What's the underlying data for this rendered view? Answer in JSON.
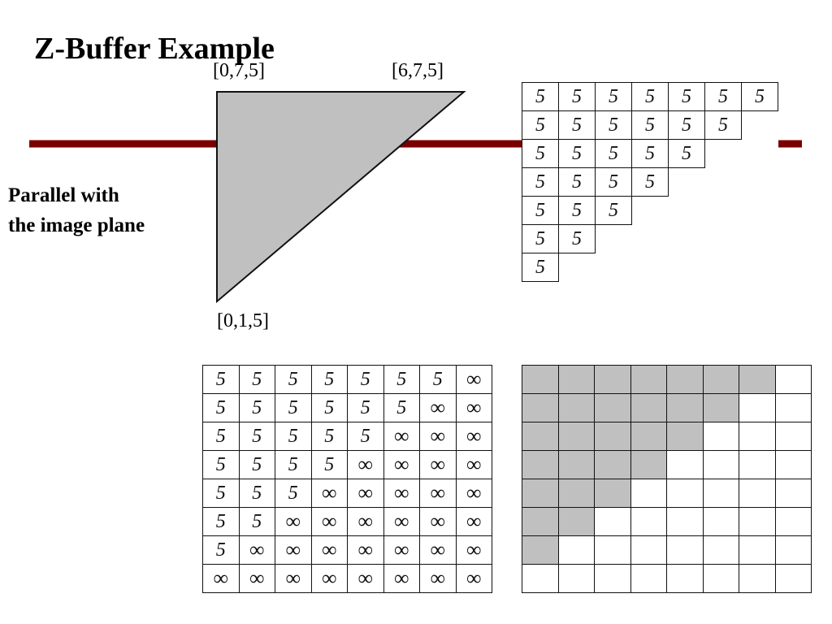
{
  "title": "Z-Buffer Example",
  "side_label": {
    "line1": "Parallel with",
    "line2": "the image plane"
  },
  "vertices": {
    "top_left": "[0,7,5]",
    "top_right": "[6,7,5]",
    "bottom_left": "[0,1,5]"
  },
  "colors": {
    "image_plane_line": "#7a0000",
    "triangle_fill": "#c0c0c0",
    "filled_cell": "#c0c0c0",
    "grid_line": "#111111"
  },
  "triangle_depths": {
    "rows": [
      [
        "5",
        "5",
        "5",
        "5",
        "5",
        "5",
        "5"
      ],
      [
        "5",
        "5",
        "5",
        "5",
        "5",
        "5"
      ],
      [
        "5",
        "5",
        "5",
        "5",
        "5"
      ],
      [
        "5",
        "5",
        "5",
        "5"
      ],
      [
        "5",
        "5",
        "5"
      ],
      [
        "5",
        "5"
      ],
      [
        "5"
      ]
    ]
  },
  "z_buffer": {
    "rows": [
      [
        "5",
        "5",
        "5",
        "5",
        "5",
        "5",
        "5",
        "∞"
      ],
      [
        "5",
        "5",
        "5",
        "5",
        "5",
        "5",
        "∞",
        "∞"
      ],
      [
        "5",
        "5",
        "5",
        "5",
        "5",
        "∞",
        "∞",
        "∞"
      ],
      [
        "5",
        "5",
        "5",
        "5",
        "∞",
        "∞",
        "∞",
        "∞"
      ],
      [
        "5",
        "5",
        "5",
        "∞",
        "∞",
        "∞",
        "∞",
        "∞"
      ],
      [
        "5",
        "5",
        "∞",
        "∞",
        "∞",
        "∞",
        "∞",
        "∞"
      ],
      [
        "5",
        "∞",
        "∞",
        "∞",
        "∞",
        "∞",
        "∞",
        "∞"
      ],
      [
        "∞",
        "∞",
        "∞",
        "∞",
        "∞",
        "∞",
        "∞",
        "∞"
      ]
    ]
  },
  "frame_buffer": {
    "filled_per_row": [
      7,
      6,
      5,
      4,
      3,
      2,
      1,
      0
    ]
  }
}
